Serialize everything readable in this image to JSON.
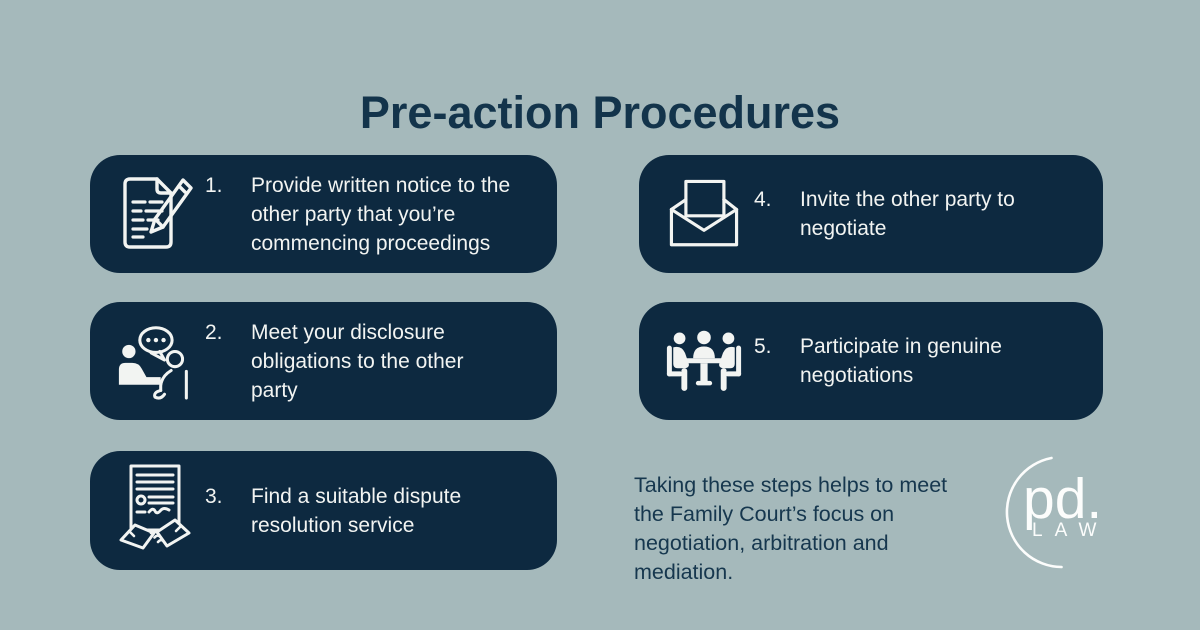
{
  "title": "Pre-action Procedures",
  "steps": [
    {
      "number": "1.",
      "icon": "document-pen-icon",
      "text": "Provide written notice to the\nother party that you’re\ncommencing proceedings"
    },
    {
      "number": "2.",
      "icon": "conversation-icon",
      "text": "Meet your disclosure\nobligations to the other\nparty"
    },
    {
      "number": "3.",
      "icon": "contract-handshake-icon",
      "text": "Find a suitable dispute\nresolution service"
    },
    {
      "number": "4.",
      "icon": "open-envelope-icon",
      "text": "Invite the other party to\nnegotiate"
    },
    {
      "number": "5.",
      "icon": "meeting-table-icon",
      "text": "Participate in genuine\nnegotiations"
    }
  ],
  "footer_note": "Taking these steps helps to meet\nthe Family Court’s focus on\nnegotiation, arbitration and\nmediation.",
  "logo": {
    "primary": "pd.",
    "secondary": "LAW"
  },
  "colors": {
    "background": "#a5b9bb",
    "card": "#0d2940",
    "heading_text": "#13344b",
    "card_text": "#f2f4f2",
    "logo_text": "#fcfdfc"
  }
}
